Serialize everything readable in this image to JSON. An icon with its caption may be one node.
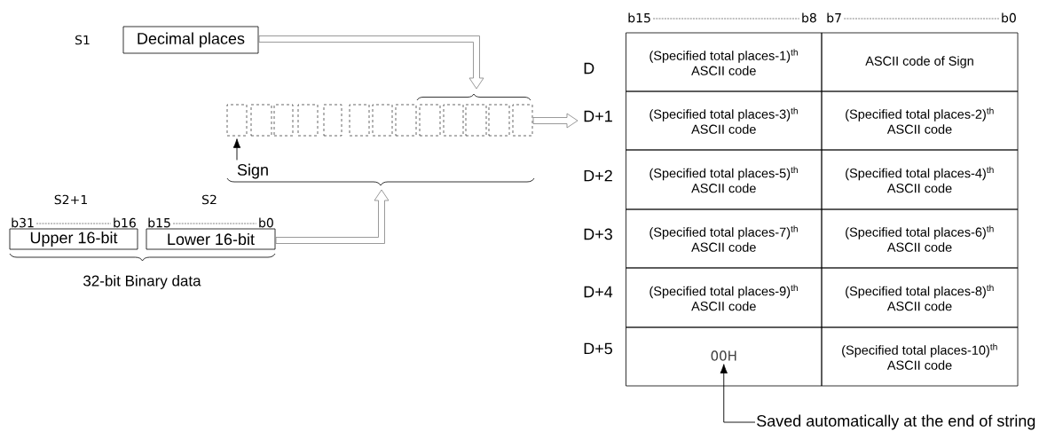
{
  "diagram": {
    "nodes": [
      {
        "text": [
          "Decimal places"
        ],
        "beside": [
          "S1"
        ]
      },
      {
        "text": [
          "Upper 16-bit"
        ],
        "beside": [
          "S2+1",
          "b31",
          "b16"
        ]
      },
      {
        "text": [
          "Lower 16-bit"
        ],
        "beside": [
          "S2",
          "b15",
          "b0"
        ]
      },
      {
        "text": [],
        "shape": "box"
      },
      {
        "text": [],
        "shape": "box"
      },
      {
        "text": [],
        "shape": "box"
      },
      {
        "text": [],
        "shape": "box"
      },
      {
        "text": [],
        "shape": "box"
      },
      {
        "text": [],
        "shape": "box"
      },
      {
        "text": [],
        "shape": "box"
      },
      {
        "text": [],
        "shape": "box"
      },
      {
        "text": [],
        "shape": "box"
      },
      {
        "text": [],
        "shape": "box"
      },
      {
        "text": [],
        "shape": "box"
      },
      {
        "text": [],
        "shape": "box"
      },
      {
        "text": [],
        "shape": "box"
      },
      {
        "text": [
          "Sign"
        ]
      },
      {
        "text": [
          "(Specified total places-1)$^{th}$ ASCII code"
        ]
      },
      {
        "text": [
          "ASCII code of Sign"
        ]
      },
      {
        "text": [
          "(Specified total places-3)$^{th}$ ASCII code"
        ]
      },
      {
        "text": [
          "(Specified total places-2)$^{th}$ ASCII code"
        ]
      },
      {
        "text": [
          "(Specified total places-5)$^{th}$ ASCII code"
        ]
      },
      {
        "text": [
          "(Specified total places-4)$^{th}$ ASCII code"
        ]
      },
      {
        "text": [
          "(Specified total places-7)$^{th}$ ASCII code"
        ]
      },
      {
        "text": [
          "(Specified total places-6)$^{th}$ ASCII code"
        ]
      },
      {
        "text": [
          "(Specified total places-9)$^{th}$ ASCII code"
        ]
      },
      {
        "text": [
          "(Specified total places-8)$^{th}$ ASCII code"
        ]
      },
      {
        "text": [],
        "shape": "box"
      },
      {
        "text": [
          "(Specified total places-10)$^{th}$ ASCII code"
        ]
      },
      {
        "text": [
          "Saved automatically at the end of string"
        ]
      },
      {
        "text": [
          "00H"
        ],
        "in": 27
      }
    ],
    "edges": [
      {
        "from": 0,
        "to": null,
        "arrow": "to",
        "style": "thick"
      },
      {
        "from": 2,
        "to": null,
        "arrow": "to",
        "style": "thick"
      },
      {
        "from": 15,
        "to": null,
        "arrow": "to",
        "style": "thick"
      },
      {
        "from": 16,
        "to": 3,
        "arrow": "to",
        "color": "#000000"
      },
      {
        "from": 29,
        "to": 30,
        "arrow": "to",
        "color": "#000000"
      }
    ],
    "labels": [
      "b15",
      "b8",
      "b7",
      "b0",
      "D",
      "D+1",
      "D+2",
      "D+3",
      "D+4",
      "32-bit Binary data",
      "D+5"
    ]
  }
}
